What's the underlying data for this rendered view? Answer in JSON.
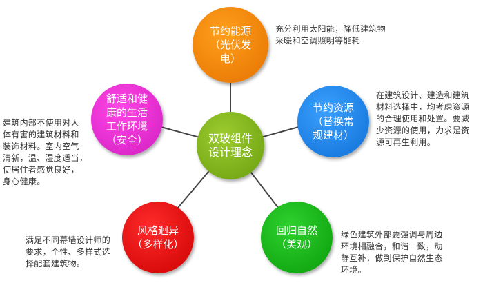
{
  "center": {
    "line1": "双玻组件",
    "line2": "设计理念"
  },
  "nodes": {
    "top": {
      "line1": "节约能源",
      "line2": "（光伏发",
      "line3": "电）"
    },
    "right": {
      "line1": "节约资源",
      "line2": "（替换常",
      "line3": "规建材）"
    },
    "left": {
      "line1": "舒适和健",
      "line2": "康的生活",
      "line3": "工作环境",
      "line4": "（安全）"
    },
    "bottom_left": {
      "line1": "风格迥异",
      "line2": "（多样化）"
    },
    "bottom_right": {
      "line1": "回归自然",
      "line2": "（美观）"
    }
  },
  "descriptions": {
    "top": [
      "充分利用太阳能，降低建筑物",
      "采暖和空调照明等能耗"
    ],
    "right": [
      "在建筑设计、建造和建筑",
      "材料选择中，均考虑资源",
      "的合理使用和处置。要减",
      "少资源的使用，力求是资",
      "源可再生利用。"
    ],
    "left": [
      "建筑内部不使用对人",
      "体有害的建筑材料和",
      "装饰材料。室内空气",
      "清新，温、湿度适当，",
      "使居住者感觉良好，",
      "身心健康。"
    ],
    "bottom_left": [
      "满足不同幕墙设计师的",
      "要求，个性、多样式选",
      "择配套建筑物。"
    ],
    "bottom_right": [
      "绿色建筑外部要强调与周边",
      "环境相融合，和谐一致，动",
      "静互补，做到保护自然生态",
      "环境。"
    ]
  },
  "colors": {
    "center": "#7cb518",
    "top": "#f58a00",
    "right": "#1f84e8",
    "left": "#e52ad2",
    "bottom_left": "#e60000",
    "bottom_right": "#11b311",
    "connector": "#444444"
  }
}
